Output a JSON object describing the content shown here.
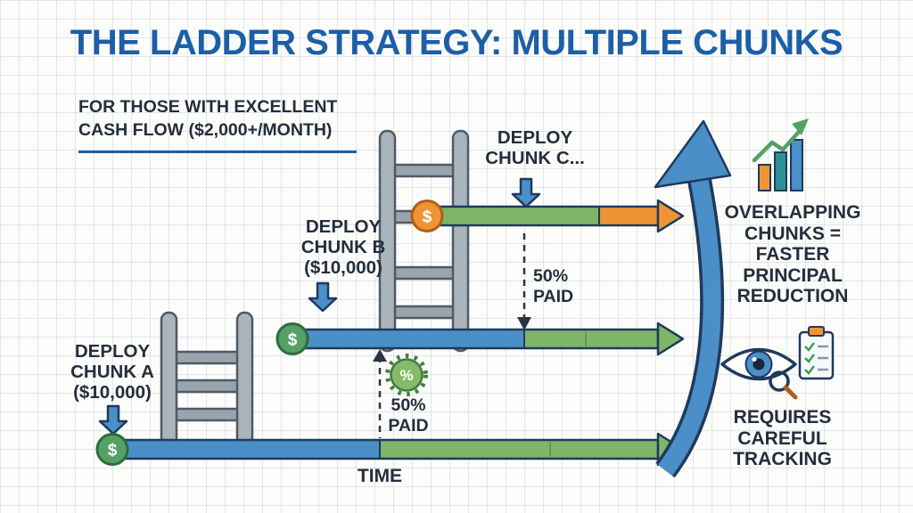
{
  "title": "THE LADDER STRATEGY: MULTIPLE CHUNKS",
  "subtitle_lines": [
    "FOR THOSE WITH EXCELLENT",
    "CASH FLOW ($2,000+/MONTH)"
  ],
  "timeline": {
    "axis_label": "TIME",
    "chunks": [
      {
        "id": "A",
        "label_lines": [
          "DEPLOY",
          "CHUNK A",
          "($10,000)"
        ],
        "marker": "$"
      },
      {
        "id": "B",
        "label_lines": [
          "DEPLOY",
          "CHUNK B",
          "($10,000)"
        ],
        "marker": "$"
      },
      {
        "id": "C",
        "label_lines": [
          "DEPLOY",
          "CHUNK C..."
        ],
        "marker": "$"
      }
    ],
    "milestones": [
      {
        "for_chunk": "A",
        "label_lines": [
          "50%",
          "PAID"
        ],
        "badge": "%"
      },
      {
        "for_chunk": "B",
        "label_lines": [
          "50%",
          "PAID"
        ]
      }
    ]
  },
  "callouts": {
    "overlap_lines": [
      "OVERLAPPING",
      "CHUNKS =",
      "FASTER",
      "PRINCIPAL",
      "REDUCTION"
    ],
    "tracking_lines": [
      "REQUIRES",
      "CAREFUL",
      "TRACKING"
    ]
  },
  "icons": {
    "growth_chart": "growth-chart-icon",
    "growth_curve": "growth-curve-arrow",
    "eye_magnifier": "eye-magnifier-icon",
    "checklist": "checklist-icon"
  },
  "colors": {
    "title_blue": "#1d5fa7",
    "text_dark": "#242e3c",
    "navy": "#1e3a5c",
    "bar_blue": "#4a8fc7",
    "bar_green": "#7fb569",
    "bar_orange": "#ef9434",
    "teal": "#2f8f96",
    "dollar_green": "#55a066",
    "dollar_green_dark": "#2e6b3e",
    "orange_dark": "#b05e1a",
    "ladder_fill": "#aab4bc",
    "ladder_rung": "#99a4ad",
    "ladder_stroke": "#4e5a66",
    "badge_green": "#86ba68",
    "badge_green_dark": "#3f7d3f",
    "paper": "#fcfcfa"
  }
}
